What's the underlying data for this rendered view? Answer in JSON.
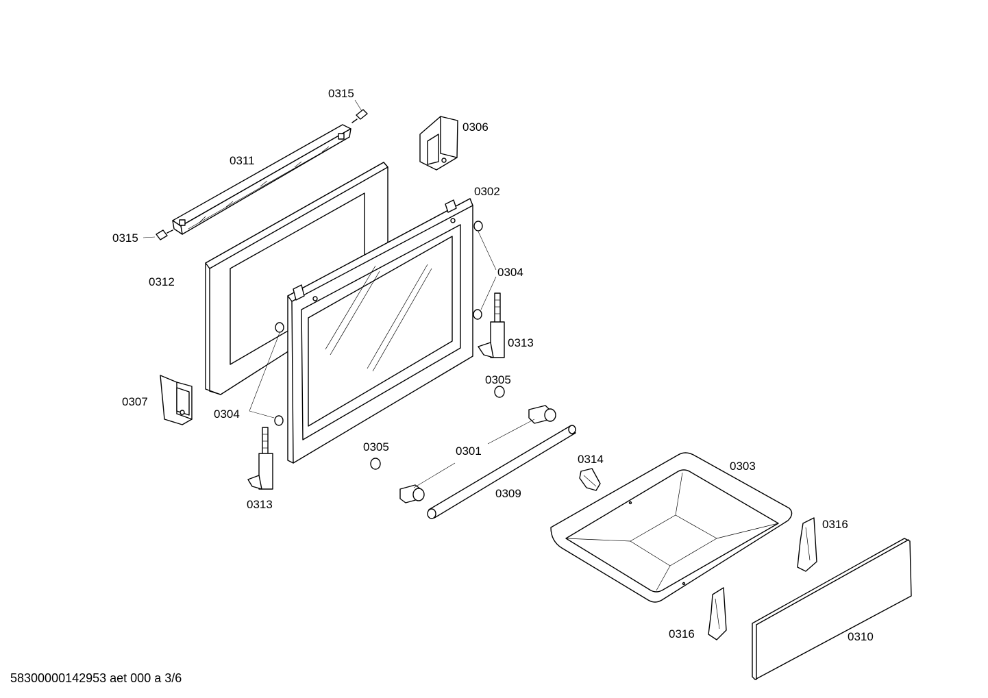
{
  "part_labels": {
    "p0301": "0301",
    "p0302": "0302",
    "p0303": "0303",
    "p0304_a": "0304",
    "p0304_b": "0304",
    "p0305_a": "0305",
    "p0305_b": "0305",
    "p0306": "0306",
    "p0307": "0307",
    "p0309": "0309",
    "p0310": "0310",
    "p0311": "0311",
    "p0312": "0312",
    "p0313_a": "0313",
    "p0313_b": "0313",
    "p0314": "0314",
    "p0315_a": "0315",
    "p0315_b": "0315",
    "p0316_a": "0316",
    "p0316_b": "0316"
  },
  "footer": {
    "code": "58300000142953 aet 000 a 3/6"
  }
}
